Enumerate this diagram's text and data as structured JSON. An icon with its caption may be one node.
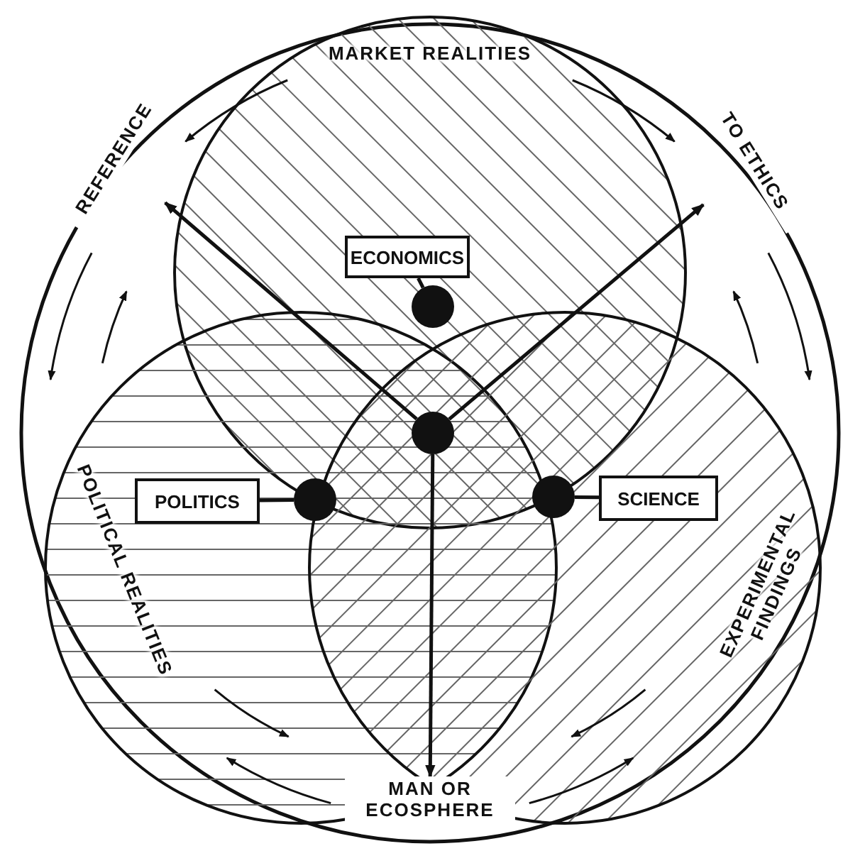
{
  "diagram": {
    "nodes": [
      {
        "text": [],
        "shape": "circle"
      },
      {
        "text": [
          "ECONOMICS"
        ]
      },
      {
        "text": [],
        "shape": "circle"
      },
      {
        "text": [
          "POLITICS"
        ]
      },
      {
        "text": [],
        "shape": "circle"
      },
      {
        "text": [
          "SCIENCE"
        ]
      },
      {
        "text": [],
        "shape": "circle"
      },
      {
        "text": [
          "REFERENCE"
        ]
      },
      {
        "text": [
          "TO ETHICS"
        ]
      },
      {
        "text": [
          "MAN OR ECOSPHERE"
        ]
      }
    ],
    "edges": [
      {
        "from": 0,
        "to": 7,
        "arrow": "to"
      },
      {
        "from": 0,
        "to": 8,
        "arrow": "to"
      },
      {
        "from": 0,
        "to": 9,
        "arrow": "to"
      },
      {
        "from": 1,
        "to": 2,
        "arrow": "none"
      },
      {
        "from": 3,
        "to": 4,
        "arrow": "none"
      },
      {
        "from": 5,
        "to": 6,
        "arrow": "none"
      }
    ],
    "labels": [
      "MARKET REALITIES",
      "POLITICAL REALITIES",
      "EXPERIMENTAL FINDINGS"
    ]
  }
}
